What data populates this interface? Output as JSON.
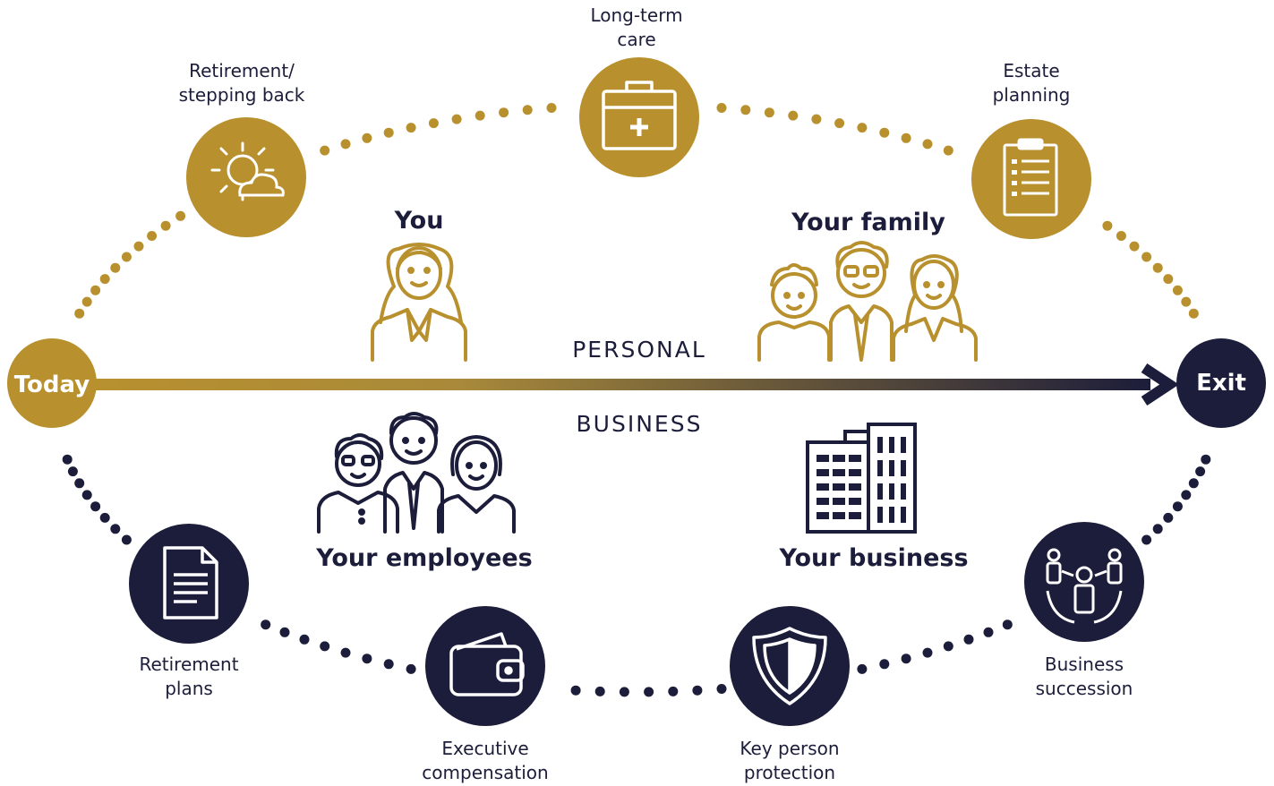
{
  "colors": {
    "gold": "#b8902e",
    "navy": "#1c1d3a",
    "white": "#ffffff"
  },
  "timeline": {
    "start_label": "Today",
    "end_label": "Exit",
    "personal_label": "PERSONAL",
    "business_label": "BUSINESS"
  },
  "personal_steps": [
    {
      "label": "Retirement/\nstepping back",
      "icon": "sun-cloud-icon"
    },
    {
      "label": "Long-term\ncare",
      "icon": "medical-briefcase-icon"
    },
    {
      "label": "Estate\nplanning",
      "icon": "clipboard-checklist-icon"
    }
  ],
  "business_steps": [
    {
      "label": "Retirement\nplans",
      "icon": "document-icon"
    },
    {
      "label": "Executive\ncompensation",
      "icon": "wallet-icon"
    },
    {
      "label": "Key person\nprotection",
      "icon": "shield-icon"
    },
    {
      "label": "Business\nsuccession",
      "icon": "people-network-icon"
    }
  ],
  "groups": {
    "you": {
      "label": "You",
      "icon": "woman-icon"
    },
    "family": {
      "label": "Your family",
      "icon": "family-icon"
    },
    "employees": {
      "label": "Your employees",
      "icon": "employees-icon"
    },
    "business": {
      "label": "Your business",
      "icon": "office-buildings-icon"
    }
  }
}
